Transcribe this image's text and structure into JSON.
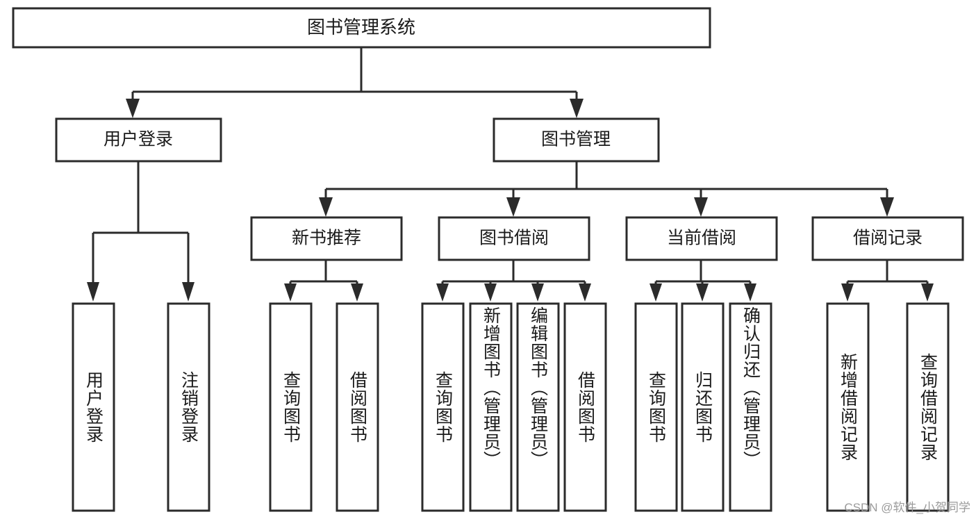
{
  "diagram": {
    "title": "图书管理系统",
    "type": "tree",
    "watermark": "CSDN @软件_小贺同学",
    "colors": {
      "stroke": "#2b2b2b",
      "fill": "#ffffff",
      "text": "#1a1a1a",
      "watermark": "#9b9b9b"
    },
    "root": {
      "label": "图书管理系统"
    },
    "level2": [
      {
        "label": "用户登录"
      },
      {
        "label": "图书管理"
      }
    ],
    "level3": [
      {
        "label": "新书推荐"
      },
      {
        "label": "图书借阅"
      },
      {
        "label": "当前借阅"
      },
      {
        "label": "借阅记录"
      }
    ],
    "leaves": {
      "user_login": [
        {
          "label": "用户登录"
        },
        {
          "label": "注销登录"
        }
      ],
      "new_book_recommend": [
        {
          "label": "查询图书"
        },
        {
          "label": "借阅图书"
        }
      ],
      "book_borrow": [
        {
          "label": "查询图书"
        },
        {
          "label": "新增图书（管理员）"
        },
        {
          "label": "编辑图书（管理员）"
        },
        {
          "label": "借阅图书"
        }
      ],
      "current_borrow": [
        {
          "label": "查询图书"
        },
        {
          "label": "归还图书"
        },
        {
          "label": "确认归还（管理员）"
        }
      ],
      "borrow_record": [
        {
          "label": "新增借阅记录"
        },
        {
          "label": "查询借阅记录"
        }
      ]
    }
  }
}
